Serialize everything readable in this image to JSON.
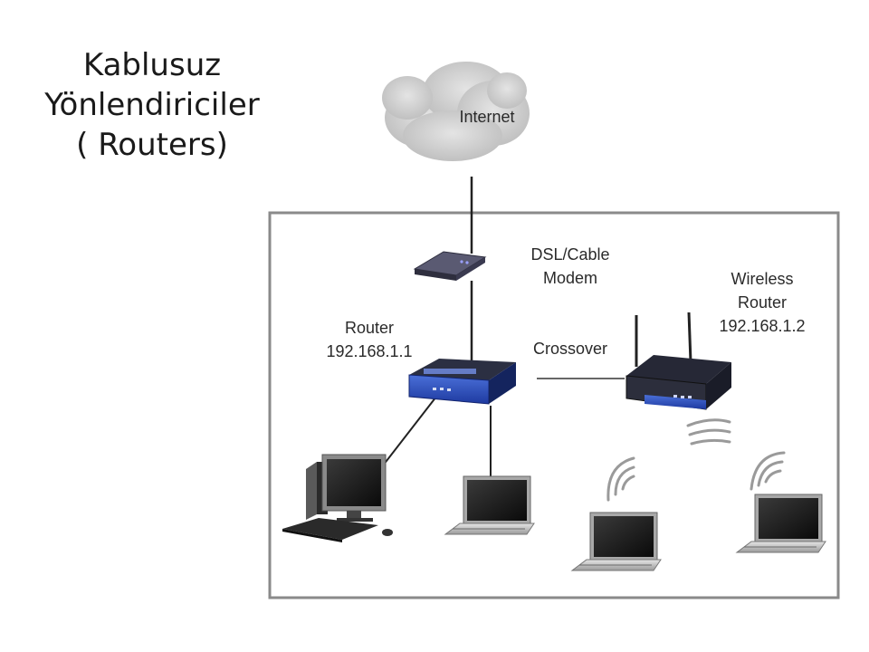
{
  "title": {
    "line1": "Kablusuz",
    "line2": "Yönlendiriciler",
    "line3": "( Routers)"
  },
  "diagram": {
    "internet_label": "Internet",
    "modem_label_line1": "DSL/Cable",
    "modem_label_line2": "Modem",
    "router_label_line1": "Router",
    "router_label_line2": "192.168.1.1",
    "crossover_label": "Crossover",
    "wireless_label_line1": "Wireless",
    "wireless_label_line2": "Router",
    "wireless_label_line3": "192.168.1.2"
  },
  "icons": [
    "cloud-icon",
    "modem-icon",
    "router-icon",
    "wireless-router-icon",
    "desktop-computer-icon",
    "laptop-icon",
    "wifi-signal-icon"
  ]
}
